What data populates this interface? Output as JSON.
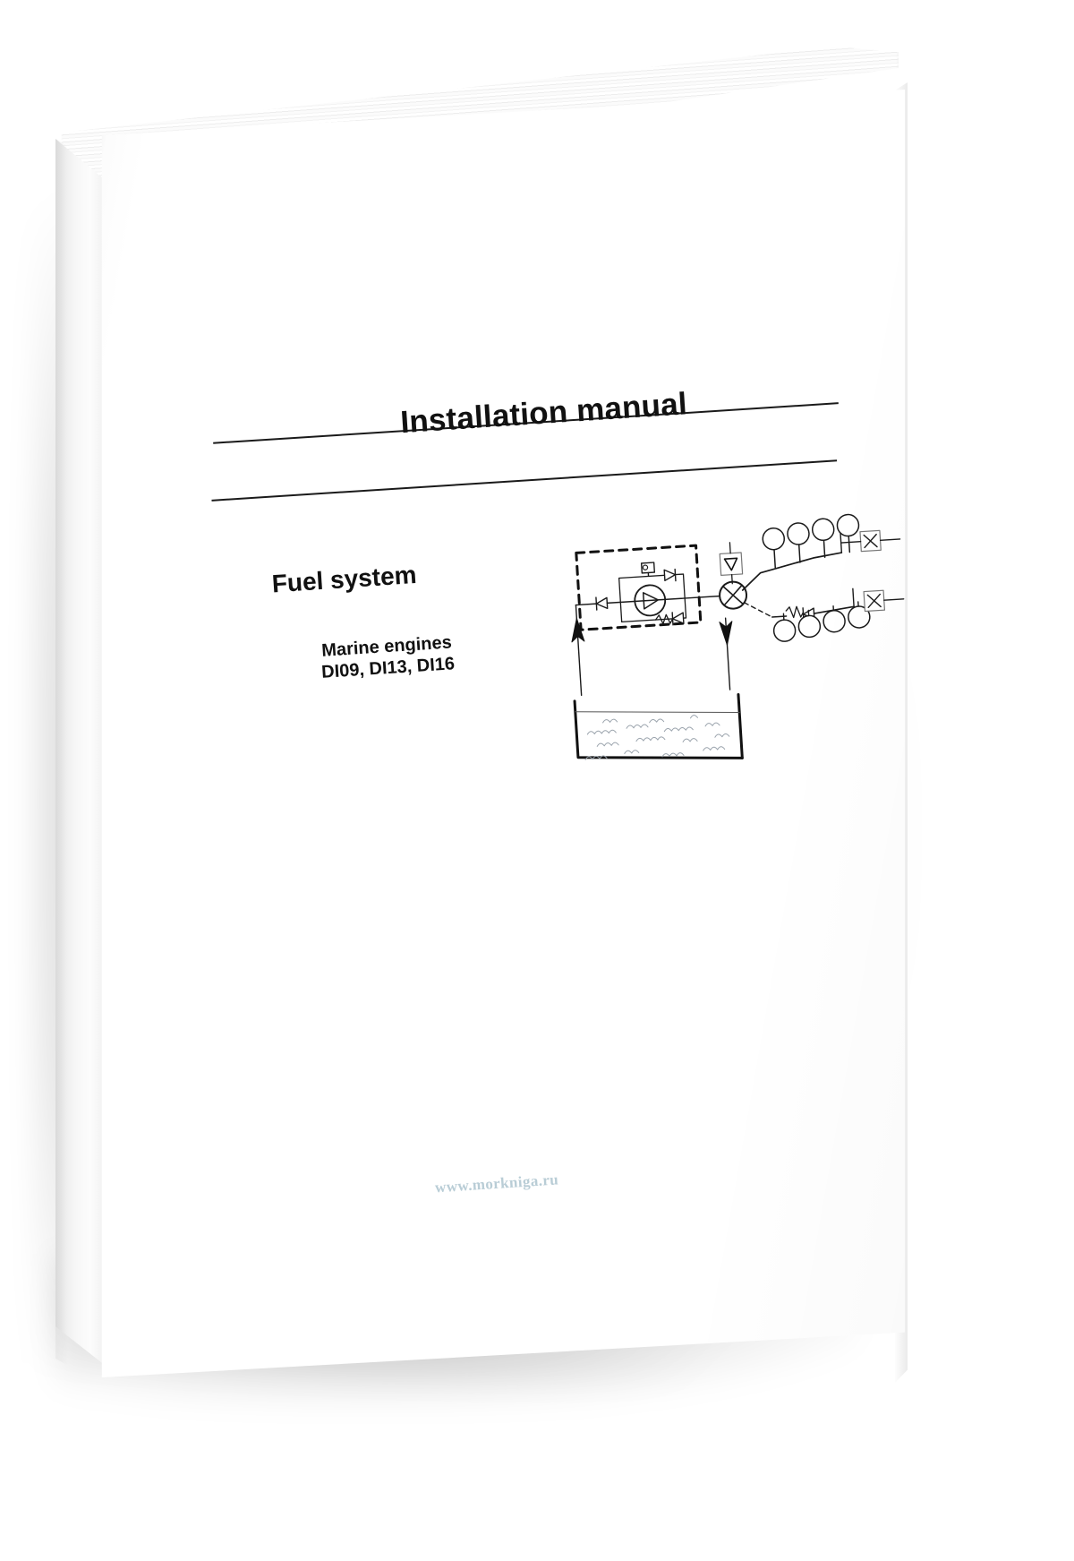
{
  "document": {
    "type": "book-cover",
    "title": "Installation manual",
    "subtitle": "Fuel system",
    "product_line": "Marine engines",
    "models": "DI09, DI13, DI16",
    "watermark": "www.morkniga.ru"
  },
  "colors": {
    "background": "#ffffff",
    "cover": "#ffffff",
    "text": "#111111",
    "rule": "#1a1a1a",
    "watermark": "#b9cdd6",
    "diagram_stroke": "#1a1a1a"
  },
  "diagram": {
    "name": "fuel-system-schematic",
    "description": "Fuel system schematic with tank, feed pump module, filter and injectors",
    "components": [
      {
        "id": "fuel-tank",
        "label": "fuel tank"
      },
      {
        "id": "suction-line",
        "label": "suction line"
      },
      {
        "id": "feed-pump-module",
        "label": "feed pump module (dashed boundary)"
      },
      {
        "id": "feed-pump",
        "label": "feed pump"
      },
      {
        "id": "hand-primer",
        "label": "hand primer pump"
      },
      {
        "id": "check-valve-inlet",
        "label": "inlet non-return valve"
      },
      {
        "id": "check-valve-outlet",
        "label": "outlet non-return valve"
      },
      {
        "id": "overflow-valve",
        "label": "spring loaded overflow valve"
      },
      {
        "id": "fuel-filter",
        "label": "fuel filter"
      },
      {
        "id": "bleed-valve",
        "label": "bleed/relief valve"
      },
      {
        "id": "injectors-upper",
        "label": "injector bank, upper rail"
      },
      {
        "id": "injectors-lower",
        "label": "injector bank, lower rail"
      },
      {
        "id": "return-line",
        "label": "return line to tank"
      }
    ]
  }
}
